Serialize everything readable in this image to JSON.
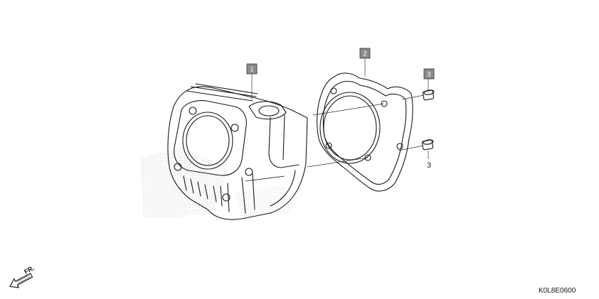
{
  "diagram": {
    "callouts": [
      {
        "id": "cylinder",
        "label": "1",
        "boxed": true
      },
      {
        "id": "gasket",
        "label": "2",
        "boxed": true
      },
      {
        "id": "dowel-top",
        "label": "3",
        "boxed": true
      },
      {
        "id": "dowel-bottom",
        "label": "3",
        "boxed": false
      }
    ],
    "direction_label": "FR.",
    "diagram_code": "K0L8E0600"
  }
}
